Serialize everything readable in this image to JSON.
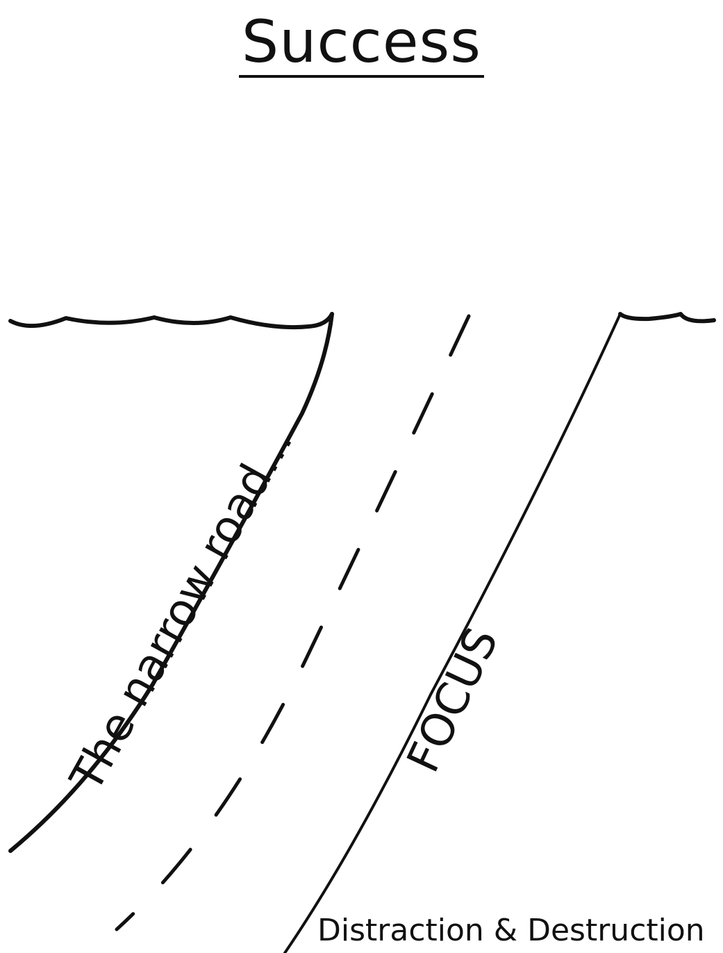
{
  "diagram": {
    "title": "Success",
    "left_edge_label": "The narrow road...",
    "right_edge_label": "FOCUS",
    "bottom_right_label": "Distraction & Destruction"
  },
  "colors": {
    "ink": "#111111",
    "background": "#ffffff"
  }
}
